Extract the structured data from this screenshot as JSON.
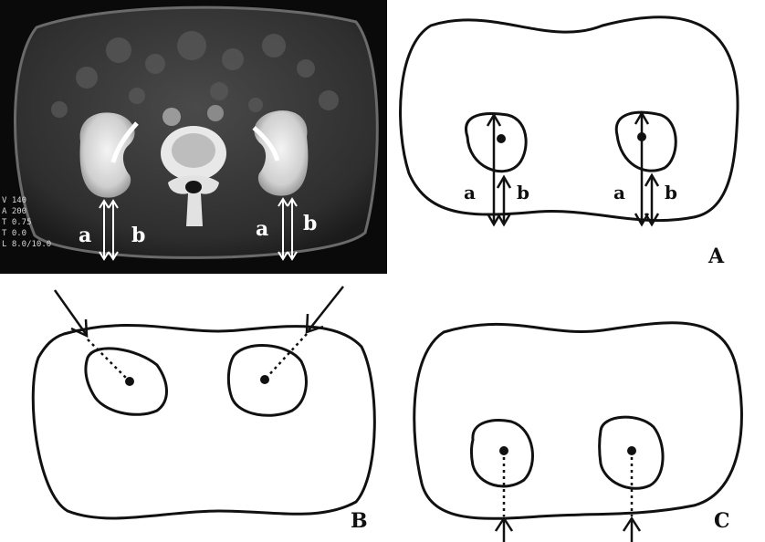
{
  "ct_panel": {
    "label_a_left": "a",
    "label_b_left": "b",
    "label_a_right": "a",
    "label_b_right": "b",
    "window_text": [
      "V 140",
      "A 200",
      "T 0.75",
      "T 0.0",
      "L 8.0/10.0"
    ]
  },
  "panel_A": {
    "letter": "A",
    "label_a_left": "a",
    "label_b_left": "b",
    "label_a_right": "a",
    "label_b_right": "b"
  },
  "panel_B": {
    "letter": "B"
  },
  "panel_C": {
    "letter": "C"
  },
  "colors": {
    "line": "#111111",
    "ct_background": "#0a0a0a",
    "ct_body": "#3a3a3a",
    "ct_organ_bright": "#e4e4e4"
  }
}
